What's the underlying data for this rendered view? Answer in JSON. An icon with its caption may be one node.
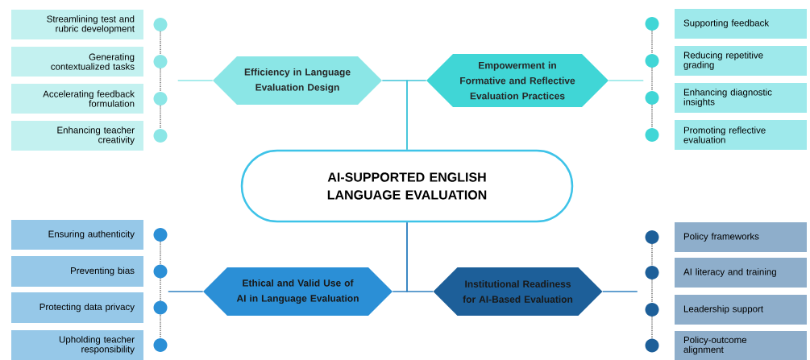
{
  "diagram": {
    "nodes": [
      {
        "text": [
          "Streamlining test and rubric development"
        ]
      },
      {
        "text": [
          "Generating contextualized tasks"
        ]
      },
      {
        "text": [
          "Accelerating feedback formulation"
        ]
      },
      {
        "text": [
          "Enhancing teacher creativity"
        ]
      },
      {
        "text": [
          "Efficiency in Language Evaluation Design"
        ]
      },
      {
        "text": [
          "Empowerment in Formative and Reflective Evaluation Practices"
        ]
      },
      {
        "text": [
          "Supporting  feedback"
        ]
      },
      {
        "text": [
          "Reducing repetitive grading"
        ]
      },
      {
        "text": [
          "Enhancing diagnostic insights"
        ]
      },
      {
        "text": [
          "Promoting reflective evaluation"
        ]
      },
      {
        "text": [
          "AI-SUPPORTED ENGLISH LANGUAGE EVALUATION"
        ]
      },
      {
        "text": [
          "Ensuring authenticity"
        ]
      },
      {
        "text": [
          "Preventing bias"
        ]
      },
      {
        "text": [
          "Protecting data privacy"
        ]
      },
      {
        "text": [
          "Upholding teacher responsibility"
        ]
      },
      {
        "text": [
          "Ethical and Valid Use of AI in Language Evaluation"
        ]
      },
      {
        "text": [
          "Institutional Readiness for AI-Based Evaluation"
        ]
      },
      {
        "text": [
          "Policy frameworks"
        ]
      },
      {
        "text": [
          "AI literacy and training"
        ]
      },
      {
        "text": [
          "Leadership support"
        ]
      },
      {
        "text": [
          "Policy-outcome alignment"
        ]
      },
      {
        "text": [],
        "shape": "circle"
      },
      {
        "text": [],
        "shape": "circle"
      },
      {
        "text": [],
        "shape": "circle"
      },
      {
        "text": [],
        "shape": "circle"
      },
      {
        "text": [],
        "shape": "circle"
      },
      {
        "text": [],
        "shape": "circle"
      },
      {
        "text": [],
        "shape": "circle"
      },
      {
        "text": [],
        "shape": "circle"
      },
      {
        "text": [],
        "shape": "circle"
      },
      {
        "text": [],
        "shape": "circle"
      },
      {
        "text": [],
        "shape": "circle"
      },
      {
        "text": [],
        "shape": "circle"
      },
      {
        "text": [],
        "shape": "circle"
      },
      {
        "text": [],
        "shape": "circle"
      },
      {
        "text": [],
        "shape": "circle"
      },
      {
        "text": [],
        "shape": "circle"
      }
    ],
    "edges": [
      {
        "from": 10,
        "to": 4,
        "arrow": "none",
        "color": "#3ec3d8"
      },
      {
        "from": 10,
        "to": 5,
        "arrow": "none",
        "color": "#3ec3d8"
      },
      {
        "from": 10,
        "to": 15,
        "arrow": "none",
        "color": "#2f80c0"
      },
      {
        "from": 10,
        "to": 16,
        "arrow": "none",
        "color": "#2f80c0"
      },
      {
        "from": 4,
        "to": null,
        "arrow": "none",
        "color": "#8be6e6"
      },
      {
        "from": 5,
        "to": null,
        "arrow": "none",
        "color": "#8be6e6"
      },
      {
        "from": 15,
        "to": null,
        "arrow": "none",
        "color": "#2f80c0"
      },
      {
        "from": 16,
        "to": null,
        "arrow": "none",
        "color": "#2f80c0"
      },
      {
        "from": 21,
        "to": 22,
        "arrow": "none",
        "style": "dashed",
        "color": "#555555"
      },
      {
        "from": 22,
        "to": 23,
        "arrow": "none",
        "style": "dashed",
        "color": "#555555"
      },
      {
        "from": 23,
        "to": 24,
        "arrow": "none",
        "style": "dashed",
        "color": "#555555"
      },
      {
        "from": 25,
        "to": 26,
        "arrow": "none",
        "style": "dashed",
        "color": "#555555"
      },
      {
        "from": 26,
        "to": 27,
        "arrow": "none",
        "style": "dashed",
        "color": "#555555"
      },
      {
        "from": 27,
        "to": 28,
        "arrow": "none",
        "style": "dashed",
        "color": "#555555"
      },
      {
        "from": 29,
        "to": 30,
        "arrow": "none",
        "style": "dashed",
        "color": "#555555"
      },
      {
        "from": 30,
        "to": 31,
        "arrow": "none",
        "style": "dashed",
        "color": "#555555"
      },
      {
        "from": 31,
        "to": 32,
        "arrow": "none",
        "style": "dashed",
        "color": "#555555"
      },
      {
        "from": 33,
        "to": 34,
        "arrow": "none",
        "style": "dashed",
        "color": "#555555"
      },
      {
        "from": 34,
        "to": 35,
        "arrow": "none",
        "style": "dashed",
        "color": "#555555"
      },
      {
        "from": 35,
        "to": 36,
        "arrow": "none",
        "style": "dashed",
        "color": "#555555"
      }
    ]
  }
}
